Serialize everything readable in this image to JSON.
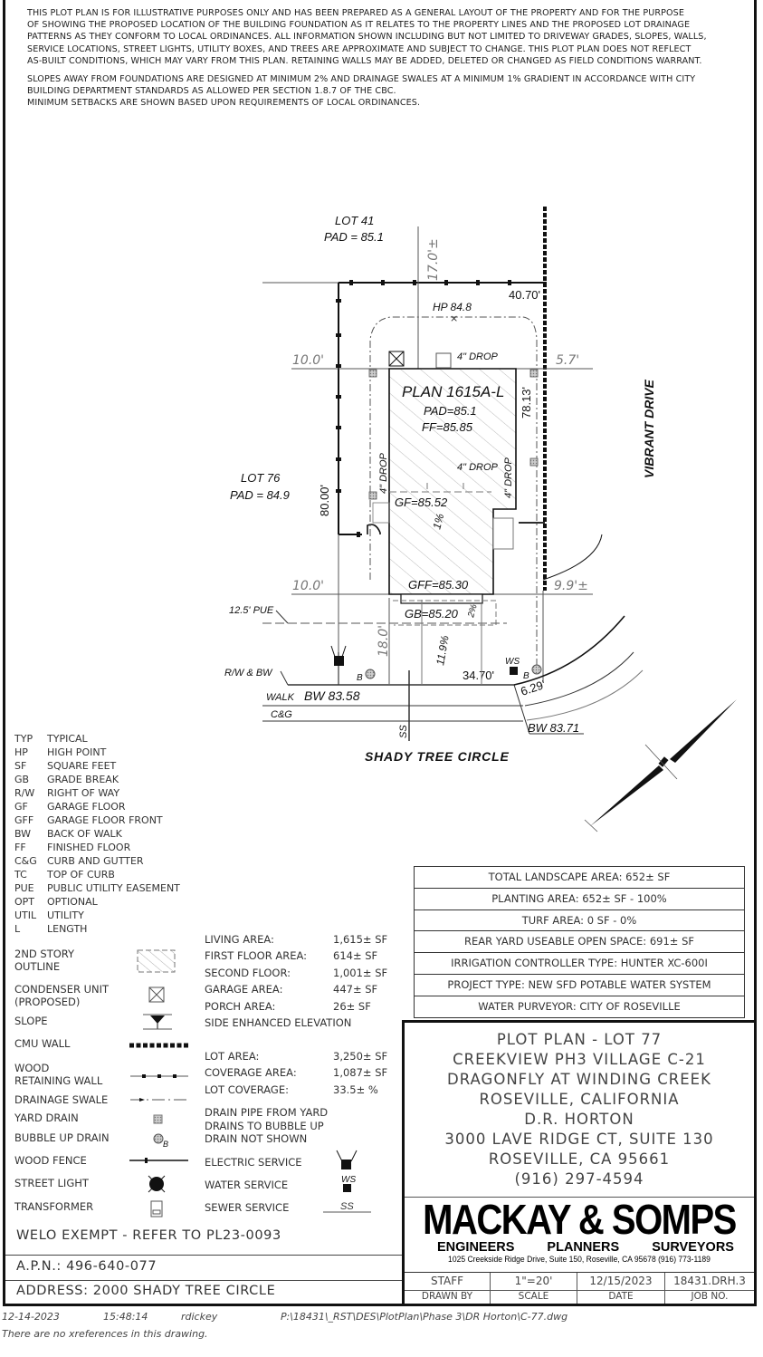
{
  "notes": {
    "paragraph1": [
      "THIS PLOT PLAN IS FOR ILLUSTRATIVE PURPOSES ONLY AND HAS BEEN PREPARED AS A GENERAL LAYOUT OF THE PROPERTY AND FOR THE PURPOSE",
      "OF SHOWING THE PROPOSED LOCATION OF THE BUILDING FOUNDATION AS IT RELATES TO THE PROPERTY LINES AND THE PROPOSED LOT DRAINAGE",
      "PATTERNS AS THEY CONFORM TO LOCAL ORDINANCES.  ALL INFORMATION SHOWN INCLUDING BUT NOT LIMITED TO DRIVEWAY GRADES, SLOPES, WALLS,",
      "SERVICE LOCATIONS, STREET LIGHTS, UTILITY BOXES, AND TREES ARE APPROXIMATE AND SUBJECT TO CHANGE.  THIS PLOT PLAN DOES NOT REFLECT",
      "AS-BUILT CONDITIONS, WHICH MAY VARY FROM THIS PLAN.  RETAINING WALLS MAY BE ADDED, DELETED OR CHANGED AS FIELD CONDITIONS WARRANT."
    ],
    "paragraph2": [
      "SLOPES AWAY FROM FOUNDATIONS ARE DESIGNED AT MINIMUM 2% AND DRAINAGE SWALES AT A MINIMUM 1% GRADIENT IN ACCORDANCE WITH CITY",
      "BUILDING DEPARTMENT STANDARDS AS ALLOWED PER SECTION 1.8.7 OF THE CBC.",
      "MINIMUM SETBACKS ARE SHOWN BASED UPON REQUIREMENTS OF LOCAL ORDINANCES."
    ]
  },
  "drawing": {
    "lot41": {
      "name": "LOT 41",
      "pad": "PAD = 85.1"
    },
    "lot76": {
      "name": "LOT 76",
      "pad": "PAD = 84.9"
    },
    "plan": {
      "name": "PLAN 1615A-L",
      "pad": "PAD=85.1",
      "ff": "FF=85.85",
      "gf": "GF=85.52",
      "gff": "GFF=85.30",
      "gb": "GB=85.20",
      "slope_garage": "1%",
      "slope_drive": "11.9%",
      "slope_apron": "2%"
    },
    "dimensions": {
      "rear_setback": "17.0'±",
      "rear_width": "40.70'",
      "left_setback_top": "10.0'",
      "right_setback_top": "5.7'",
      "left_setback_bottom": "10.0'",
      "right_setback_bottom": "9.9'±",
      "lot_depth": "80.00'",
      "right_depth": "78.13'",
      "front_setback": "18.0'",
      "front_width": "34.70'",
      "corner_arc": "6.29'"
    },
    "hp": "HP 84.8",
    "drops": [
      "4\" DROP",
      "4\" DROP",
      "4\" DROP",
      "4\" DROP"
    ],
    "pue": "12.5' PUE",
    "rw_bw": "R/W & BW",
    "walk": "WALK",
    "bw_left": "BW 83.58",
    "cg": "C&G",
    "bw_right": "BW 83.71",
    "ss": "SS",
    "ws": "WS",
    "b_left": "B",
    "b_right": "B",
    "street_bottom": "SHADY TREE CIRCLE",
    "street_right": "VIBRANT DRIVE"
  },
  "abbreviations": [
    {
      "k": "TYP",
      "v": "TYPICAL"
    },
    {
      "k": "HP",
      "v": "HIGH POINT"
    },
    {
      "k": "SF",
      "v": "SQUARE FEET"
    },
    {
      "k": "GB",
      "v": "GRADE BREAK"
    },
    {
      "k": "R/W",
      "v": "RIGHT OF WAY"
    },
    {
      "k": "GF",
      "v": "GARAGE FLOOR"
    },
    {
      "k": "GFF",
      "v": "GARAGE FLOOR FRONT"
    },
    {
      "k": "BW",
      "v": "BACK OF WALK"
    },
    {
      "k": "FF",
      "v": "FINISHED FLOOR"
    },
    {
      "k": "C&G",
      "v": "CURB AND GUTTER"
    },
    {
      "k": "TC",
      "v": "TOP OF CURB"
    },
    {
      "k": "PUE",
      "v": "PUBLIC UTILITY EASEMENT"
    },
    {
      "k": "OPT",
      "v": "OPTIONAL"
    },
    {
      "k": "UTIL",
      "v": "UTILITY"
    },
    {
      "k": "L",
      "v": "LENGTH"
    }
  ],
  "legend": {
    "second_story": [
      "2ND STORY",
      "OUTLINE"
    ],
    "condenser": [
      "CONDENSER UNIT",
      "(PROPOSED)"
    ],
    "slope": "SLOPE",
    "cmu_wall": "CMU WALL",
    "wood_retaining": [
      "WOOD",
      "RETAINING WALL"
    ],
    "drainage_swale": "DRAINAGE SWALE",
    "yard_drain": "YARD DRAIN",
    "bubble_up": "BUBBLE UP DRAIN",
    "bubble_b": "B",
    "wood_fence": "WOOD FENCE",
    "street_light": "STREET LIGHT",
    "transformer": "TRANSFORMER",
    "electric": "ELECTRIC SERVICE",
    "water": "WATER SERVICE",
    "water_tag": "WS",
    "sewer": "SEWER SERVICE",
    "sewer_tag": "SS"
  },
  "areas": [
    {
      "label": "LIVING AREA:",
      "value": "1,615± SF"
    },
    {
      "label": "FIRST FLOOR AREA:",
      "value": "614± SF"
    },
    {
      "label": "SECOND FLOOR:",
      "value": "1,001± SF"
    },
    {
      "label": "GARAGE AREA:",
      "value": "447± SF"
    },
    {
      "label": "PORCH AREA:",
      "value": "26± SF"
    },
    {
      "label": "SIDE ENHANCED ELEVATION",
      "value": ""
    },
    {
      "label": "LOT AREA:",
      "value": "3,250± SF"
    },
    {
      "label": "COVERAGE AREA:",
      "value": "1,087± SF"
    },
    {
      "label": "LOT COVERAGE:",
      "value": "33.5± %"
    }
  ],
  "drain_note": [
    "DRAIN PIPE FROM YARD",
    "DRAINS TO BUBBLE UP",
    "DRAIN NOT SHOWN"
  ],
  "landscape": [
    "TOTAL LANDSCAPE AREA: 652± SF",
    "PLANTING AREA: 652± SF - 100%",
    "TURF AREA: 0 SF - 0%",
    "REAR YARD USEABLE OPEN SPACE: 691± SF",
    "IRRIGATION CONTROLLER TYPE: HUNTER XC-600I",
    "PROJECT TYPE: NEW SFD POTABLE WATER SYSTEM",
    "WATER PURVEYOR: CITY OF ROSEVILLE"
  ],
  "title_block": {
    "lines": [
      "PLOT PLAN - LOT 77",
      "CREEKVIEW PH3 VILLAGE C-21",
      "DRAGONFLY AT WINDING CREEK",
      "ROSEVILLE, CALIFORNIA",
      "D.R. HORTON",
      "3000 LAVE RIDGE CT, SUITE 130",
      "ROSEVILLE, CA 95661",
      "(916) 297-4594"
    ],
    "firm": "MACKAY & SOMPS",
    "disciplines": [
      "ENGINEERS",
      "PLANNERS",
      "SURVEYORS"
    ],
    "firm_address": "1025 Creekside Ridge Drive, Suite 150, Roseville, CA 95678  (916) 773-1189",
    "fields": [
      {
        "value": "STAFF",
        "label": "DRAWN BY"
      },
      {
        "value": "1\"=20'",
        "label": "SCALE"
      },
      {
        "value": "12/15/2023",
        "label": "DATE"
      },
      {
        "value": "18431.DRH.3",
        "label": "JOB NO."
      }
    ]
  },
  "welo": "WELO EXEMPT - REFER TO PL23-0093",
  "apn": "A.P.N.: 496-640-077",
  "address": "ADDRESS: 2000 SHADY TREE CIRCLE",
  "footer": {
    "date": "12-14-2023",
    "time": "15:48:14",
    "user": "rdickey",
    "path": "P:\\18431\\_RST\\DES\\PlotPlan\\Phase 3\\DR Horton\\C-77.dwg",
    "xref": "There are no xreferences in this drawing."
  },
  "colors": {
    "ink": "#111111",
    "text": "#333333",
    "dim_text": "#777777",
    "hatch": "#999999",
    "drain_fill": "#bbbbbb"
  }
}
